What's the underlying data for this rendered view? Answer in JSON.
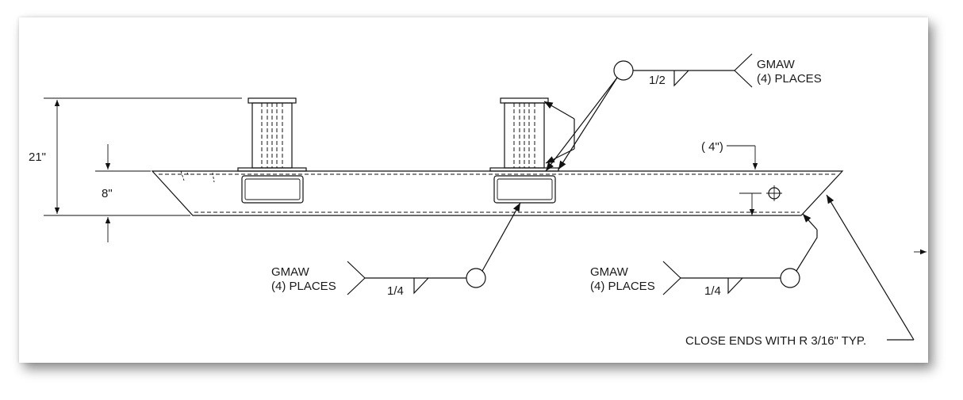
{
  "dimensions": {
    "overall_height": "21\"",
    "beam_height": "8\"",
    "edge_offset": "( 4\")"
  },
  "welds": {
    "top": {
      "process": "GMAW",
      "places": "(4) PLACES",
      "size": "1/2"
    },
    "bottom_left": {
      "process": "GMAW",
      "places": "(4) PLACES",
      "size": "1/4"
    },
    "bottom_right": {
      "process": "GMAW",
      "places": "(4) PLACES",
      "size": "1/4"
    }
  },
  "notes": {
    "close_ends": "CLOSE ENDS WITH R 3/16\" TYP."
  }
}
